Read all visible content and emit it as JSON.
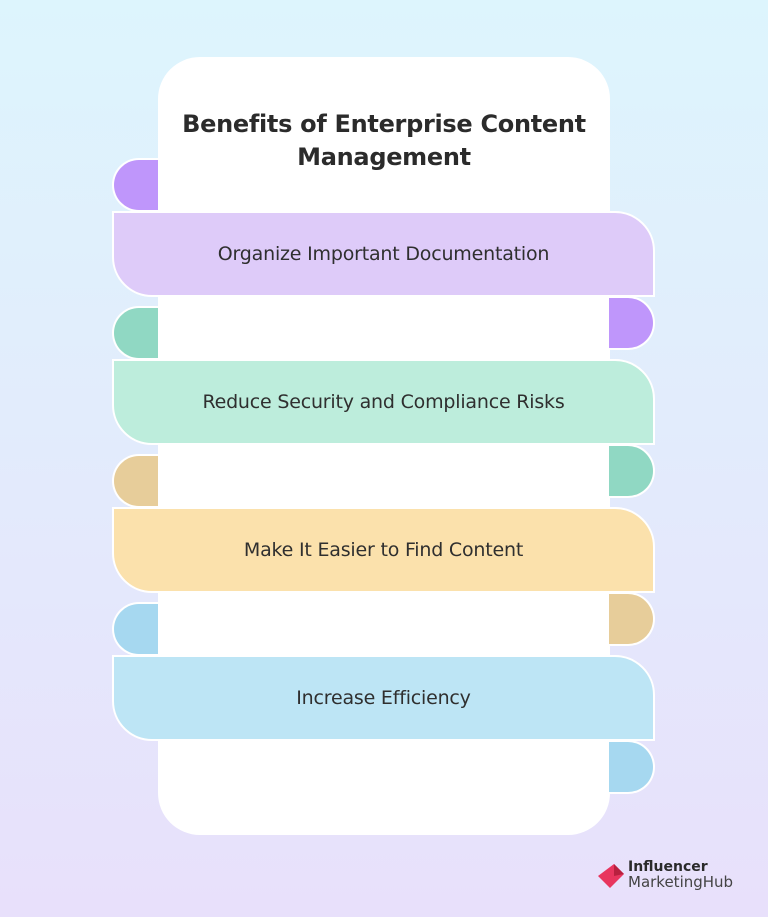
{
  "title": "Benefits of Enterprise Content Management",
  "title_lines": [
    "Benefits of Enterprise Content",
    "Management"
  ],
  "benefits": [
    {
      "label": "Organize Important Documentation",
      "color": "#decbf9",
      "tab_color": "#bf96fb"
    },
    {
      "label": "Reduce Security and Compliance Risks",
      "color": "#bdeddc",
      "tab_color": "#90d8c3"
    },
    {
      "label": "Make It Easier to Find Content",
      "color": "#fbe1ac",
      "tab_color": "#e7cd9a"
    },
    {
      "label": "Increase Efficiency",
      "color": "#bde5f5",
      "tab_color": "#a6d8f0"
    }
  ],
  "logo": {
    "line1": "Influencer",
    "line2": "MarketingHub",
    "icon": "influencer-marketing-hub-logo-icon",
    "brand_color": "#e8355e"
  }
}
